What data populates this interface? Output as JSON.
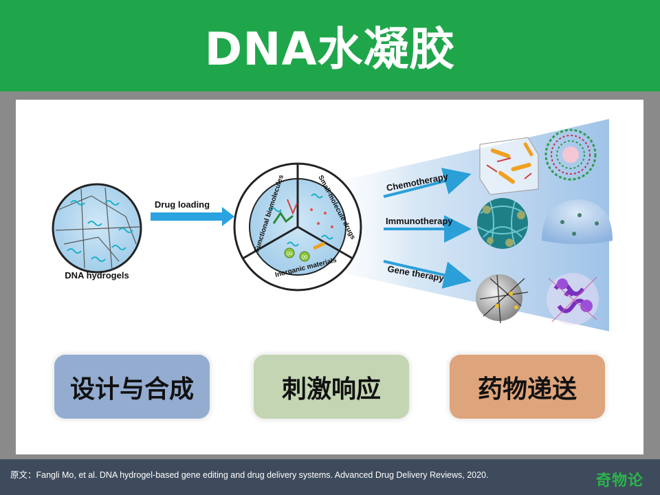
{
  "header": {
    "title": "DNA水凝胶",
    "bg_color": "#1fa64b"
  },
  "diagram": {
    "hydrogel_label": "DNA hydrogels",
    "arrow_label": "Drug loading",
    "segments": {
      "functional": "Functional biomolecules",
      "small_molecule": "Small-molecule drugs",
      "inorganic": "Inorganic materials",
      "qd": "QD"
    },
    "therapies": [
      "Chemotherapy",
      "Immunotherapy",
      "Gene therapy"
    ]
  },
  "categories": [
    {
      "label": "设计与合成",
      "color": "#93acd0"
    },
    {
      "label": "刺激响应",
      "color": "#c3d5b2"
    },
    {
      "label": "药物递送",
      "color": "#dea47b"
    }
  ],
  "footer": {
    "citation": "原文：Fangli Mo, et al. DNA hydrogel-based gene editing and drug delivery systems.  Advanced Drug Delivery Reviews, 2020.",
    "logo": "奇物论"
  }
}
